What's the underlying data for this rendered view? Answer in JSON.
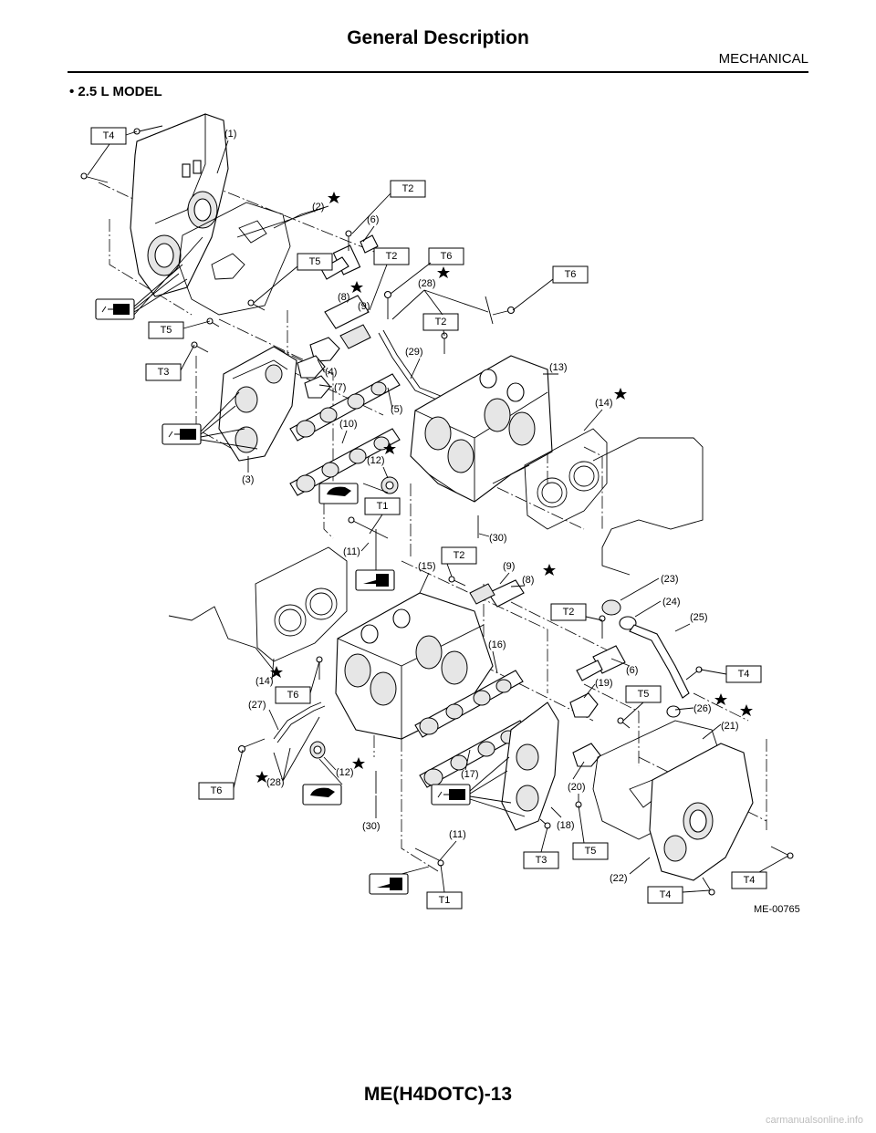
{
  "header": {
    "title": "General Description",
    "section": "MECHANICAL"
  },
  "subheading": "• 2.5 L MODEL",
  "diagram": {
    "figure_id": "ME-00765",
    "torque_boxes": [
      "T4",
      "T2",
      "T5",
      "T2",
      "T6",
      "T6",
      "T5",
      "T3",
      "T2",
      "T1",
      "T2",
      "T2",
      "T4",
      "T5",
      "T6",
      "T6",
      "T3",
      "T5",
      "T1",
      "T4",
      "T4"
    ],
    "callouts": [
      "(1)",
      "(2)",
      "(6)",
      "(8)",
      "(9)",
      "(28)",
      "(29)",
      "(13)",
      "(14)",
      "(4)",
      "(7)",
      "(5)",
      "(10)",
      "(12)",
      "(3)",
      "(30)",
      "(11)",
      "(15)",
      "(9)",
      "(8)",
      "(23)",
      "(24)",
      "(25)",
      "(16)",
      "(6)",
      "(19)",
      "(14)",
      "(27)",
      "(26)",
      "(21)",
      "(28)",
      "(12)",
      "(17)",
      "(20)",
      "(18)",
      "(30)",
      "(11)",
      "(22)"
    ]
  },
  "footer": {
    "page_number": "ME(H4DOTC)-13",
    "watermark": "carmanualsonline.info"
  }
}
